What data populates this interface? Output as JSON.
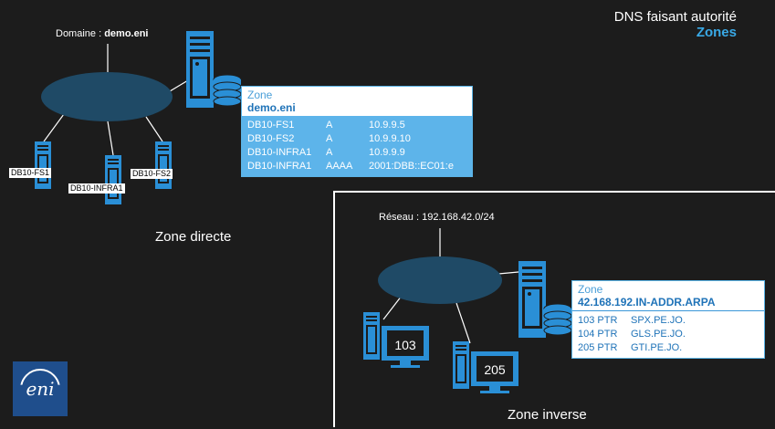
{
  "header": {
    "line1": "DNS faisant autorité",
    "line2": "Zones"
  },
  "direct": {
    "domain_prefix": "Domaine : ",
    "domain_value": "demo.eni",
    "caption": "Zone directe",
    "hosts": [
      "DB10-FS1",
      "DB10-INFRA1",
      "DB10-FS2"
    ],
    "zone_card": {
      "label": "Zone",
      "name": "demo.eni",
      "records": [
        {
          "name": "DB10-FS1",
          "type": "A",
          "value": "10.9.9.5"
        },
        {
          "name": "DB10-FS2",
          "type": "A",
          "value": "10.9.9.10"
        },
        {
          "name": "DB10-INFRA1",
          "type": "A",
          "value": "10.9.9.9"
        },
        {
          "name": "DB10-INFRA1",
          "type": "AAAA",
          "value": "2001:DBB::EC01:e"
        }
      ]
    }
  },
  "inverse": {
    "network_label": "Réseau : 192.168.42.0/24",
    "caption": "Zone inverse",
    "monitors": [
      "103",
      "205"
    ],
    "zone_card": {
      "label": "Zone",
      "name": "42.168.192.IN-ADDR.ARPA",
      "records": [
        {
          "id": "103 PTR",
          "value": "SPX.PE.JO."
        },
        {
          "id": "104 PTR",
          "value": "GLS.PE.JO."
        },
        {
          "id": "205 PTR",
          "value": "GTI.PE.JO."
        }
      ]
    }
  },
  "logo": {
    "text": "eni"
  },
  "colors": {
    "accent": "#39a9e6",
    "ellipse": "#1f4a66",
    "server": "#2a8fd6",
    "card_fill": "#5db4ea",
    "background": "#1c1c1c"
  }
}
